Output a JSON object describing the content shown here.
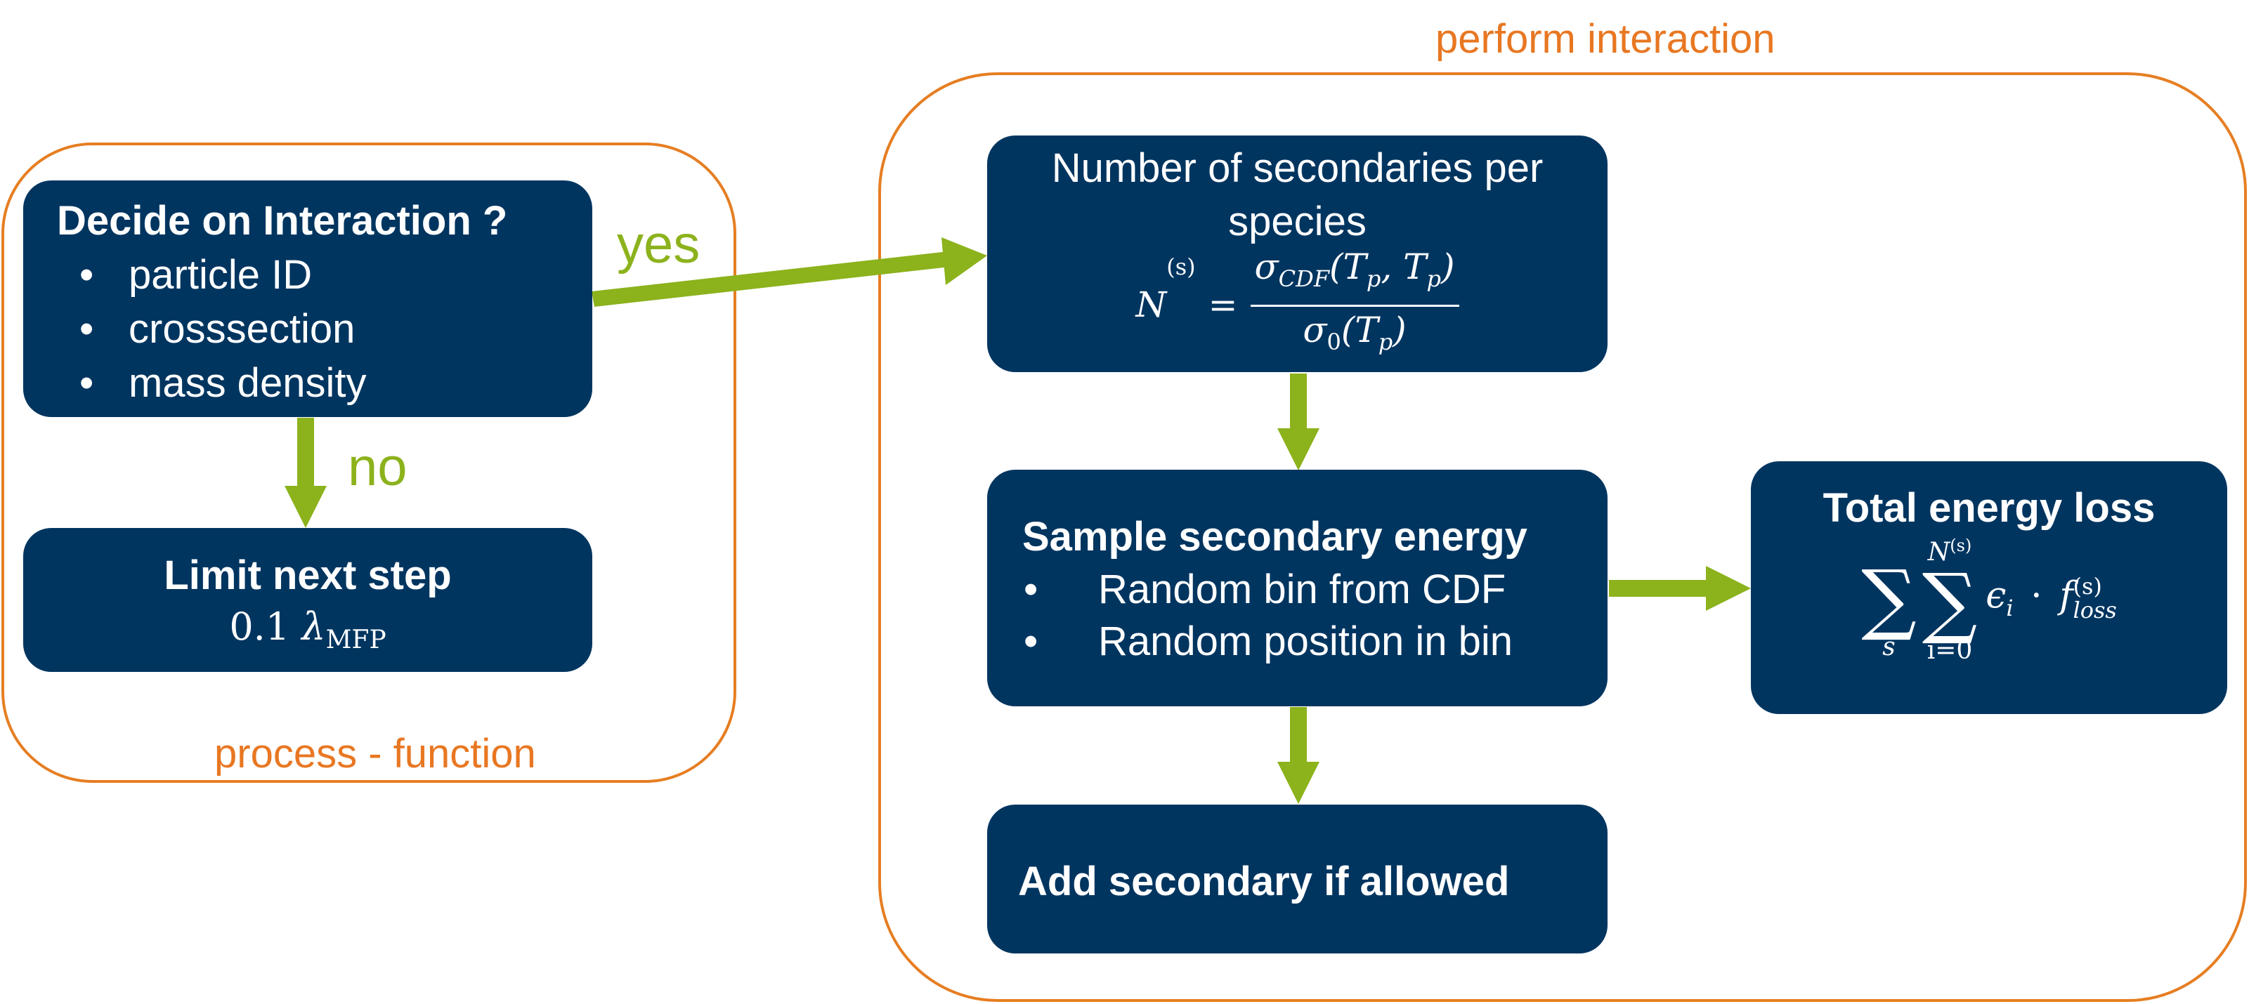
{
  "colors": {
    "node_fill": "#003560",
    "node_text": "#FFFFFF",
    "group_border": "#E67E22",
    "arrow": "#8CB21C"
  },
  "groups": {
    "process_function": {
      "label": "process - function"
    },
    "perform_interaction": {
      "label": "perform interaction"
    }
  },
  "nodes": {
    "decide": {
      "title": "Decide on Interaction ?",
      "bullet_glyph": "•",
      "bullets": [
        "particle ID",
        "crosssection",
        "mass density"
      ]
    },
    "limit": {
      "title": "Limit next step",
      "formula_value": "0.1",
      "formula_symbol": "λ",
      "formula_subscript": "MFP"
    },
    "number": {
      "title_line1": "Number of secondaries per",
      "title_line2": "species",
      "formula_lhs": "N",
      "formula_lhs_sup": "(s)",
      "formula_eq": "=",
      "numerator_sigma": "σ",
      "numerator_sub": "CDF",
      "numerator_args": "(T",
      "numerator_arg_sub1": "p",
      "numerator_sep": ", T",
      "numerator_arg_sub2": "p",
      "numerator_close": ")",
      "denominator_sigma": "σ",
      "denominator_sub": "0",
      "denominator_args": "(T",
      "denominator_arg_sub": "p",
      "denominator_close": ")"
    },
    "sample": {
      "title": "Sample secondary energy",
      "bullet_glyph": "•",
      "bullets": [
        "Random bin from CDF",
        "Random position in bin"
      ]
    },
    "total": {
      "title": "Total energy loss",
      "sum_symbol": "∑",
      "outer_sum_index": "s",
      "inner_sum_upper": "N",
      "inner_sum_upper_sup": "(s)",
      "inner_sum_lower": "i=0",
      "term_epsilon": "ϵ",
      "term_epsilon_sub": "i",
      "term_dot": "·",
      "term_f": "f",
      "term_f_sup": "(s)",
      "term_f_sub": "loss"
    },
    "add": {
      "title": "Add secondary if allowed"
    }
  },
  "edges": {
    "yes_label": "yes",
    "no_label": "no"
  }
}
